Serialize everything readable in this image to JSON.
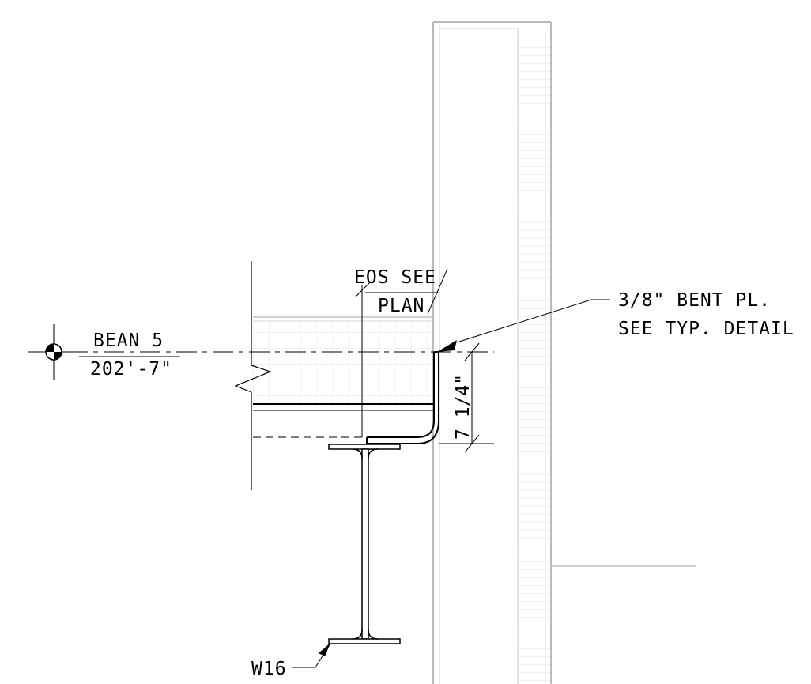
{
  "elevation_marker": {
    "label_line1": "BEAN 5",
    "label_line2": "202'-7\""
  },
  "edge_of_slab": {
    "line1": "EOS SEE",
    "line2": "PLAN"
  },
  "bent_plate_note": {
    "line1": "3/8\" BENT PL.",
    "line2": "SEE TYP. DETAIL"
  },
  "slab_dimension": "7 1/4\"",
  "beam_label": "W16",
  "colors": {
    "linework": "#000000",
    "wall_outline": "#bbbbbb",
    "grid": "#dedede"
  }
}
